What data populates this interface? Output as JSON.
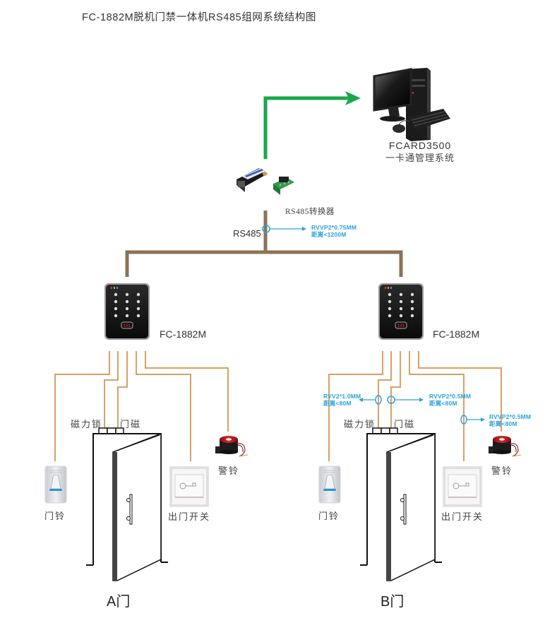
{
  "title": "FC-1882M脱机门禁一体机RS485组网系统结构图",
  "colors": {
    "bus": "#8b7355",
    "wire": "#d9a066",
    "uplink": "#1aa64a",
    "annotation": "#29a3dd",
    "door_outline": "#111111"
  },
  "computer": {
    "icon": "desktop-computer-icon",
    "name": "FCARD3500",
    "subtitle": "一卡通管理系统"
  },
  "converter": {
    "icon": "rs485-converter-icon",
    "label": "RS485转换器"
  },
  "bus": {
    "label": "RS485",
    "cable_spec": "RVVP2*0.75MM",
    "cable_distance": "距离<1200M"
  },
  "doors": [
    {
      "id": "A",
      "door_label": "A门",
      "controller": {
        "icon": "keypad-reader-icon",
        "label": "FC-1882M"
      },
      "lock_label": "磁力锁",
      "sensor_label": "门磁",
      "doorbell_label": "门铃",
      "exit_button_label": "出门开关",
      "alarm_label": "警铃",
      "annotations": []
    },
    {
      "id": "B",
      "door_label": "B门",
      "controller": {
        "icon": "keypad-reader-icon",
        "label": "FC-1882M"
      },
      "lock_label": "磁力锁",
      "sensor_label": "门磁",
      "doorbell_label": "门铃",
      "exit_button_label": "出门开关",
      "alarm_label": "警铃",
      "annotations": [
        {
          "spec": "RVV2*1.0MM",
          "distance": "距离<80M"
        },
        {
          "spec": "RVVP2*0.5MM",
          "distance": "距离<80M"
        },
        {
          "spec": "RVVP2*0.5MM",
          "distance": "距离<80M"
        }
      ]
    }
  ]
}
